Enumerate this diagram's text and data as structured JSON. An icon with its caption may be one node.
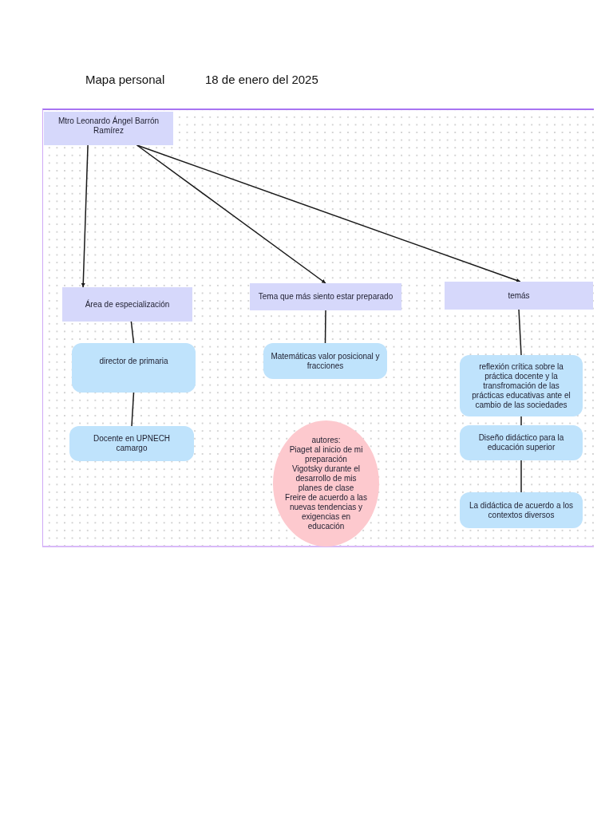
{
  "diagram": {
    "title": "Mapa personal",
    "nodes": [
      {
        "text": [
          "Mtro Leonardo Ángel Barrón Ramírez"
        ]
      },
      {
        "text": [
          "Área de especialización"
        ]
      },
      {
        "text": [
          "Tema que más siento estar preparado"
        ]
      },
      {
        "text": [
          "temás"
        ]
      },
      {
        "text": [
          "director de primaria"
        ]
      },
      {
        "text": [
          "Matemáticas valor posicional y fracciones"
        ]
      },
      {
        "text": [
          "reflexión crítica sobre la práctica docente y la transfromación de las prácticas educativas ante el cambio de las sociedades"
        ]
      },
      {
        "text": [
          "Docente en UPNECH camargo"
        ]
      },
      {
        "text": [
          "autores:",
          "Piaget al inicio de mi preparación",
          "Vigotsky durante el desarrollo de mis planes de clase",
          "Freire de acuerdo a las nuevas tendencias y exigencias en educación"
        ]
      },
      {
        "text": [
          "Diseño didáctico para la educación superior"
        ]
      },
      {
        "text": [
          "La didáctica de acuerdo a los contextos diversos"
        ]
      }
    ],
    "edges": [
      {
        "from": 0,
        "to": 1,
        "arrow": "to"
      },
      {
        "from": 0,
        "to": 2,
        "arrow": "to"
      },
      {
        "from": 0,
        "to": 3,
        "arrow": "to"
      },
      {
        "from": 1,
        "to": 4,
        "arrow": "none"
      },
      {
        "from": 4,
        "to": 7,
        "arrow": "none"
      },
      {
        "from": 2,
        "to": 5,
        "arrow": "none"
      },
      {
        "from": 3,
        "to": 6,
        "arrow": "none"
      },
      {
        "from": 6,
        "to": 9,
        "arrow": "none"
      },
      {
        "from": 9,
        "to": 10,
        "arrow": "none"
      }
    ],
    "labels": [
      "18 de enero del 2025"
    ]
  }
}
